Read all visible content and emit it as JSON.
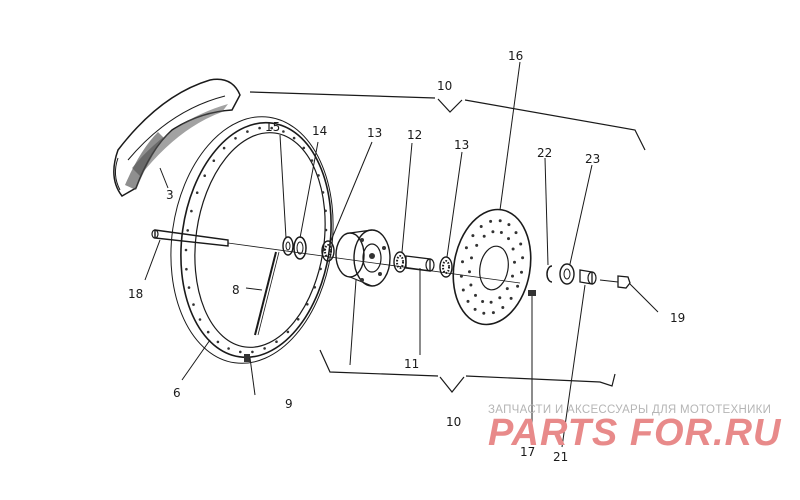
{
  "callouts": {
    "c3": "3",
    "c6": "6",
    "c8": "8",
    "c9": "9",
    "c10_top": "10",
    "c10_bottom": "10",
    "c11": "11",
    "c12": "12",
    "c13_left": "13",
    "c13_right": "13",
    "c14": "14",
    "c15": "15",
    "c16": "16",
    "c17": "17",
    "c18": "18",
    "c19": "19",
    "c21": "21",
    "c22": "22",
    "c23": "23"
  },
  "watermark": {
    "tagline": "ЗАПЧАСТИ И АКСЕССУАРЫ ДЛЯ МОТОТЕХНИКИ",
    "brand": "PARTS FOR.RU"
  },
  "colors": {
    "ink": "#1a1a1a",
    "watermark_tagline": "#b5b5b5",
    "watermark_brand": "#e88a8a"
  }
}
